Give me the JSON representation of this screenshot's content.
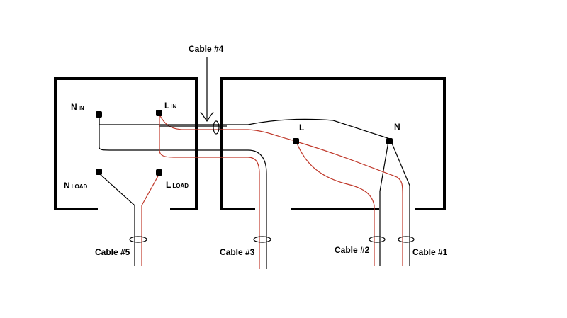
{
  "labels": {
    "cable4": "Cable #4",
    "cable5": "Cable #5",
    "cable3": "Cable #3",
    "cable2": "Cable #2",
    "cable1": "Cable #1",
    "n_in_main": "N",
    "n_in_sub": "IN",
    "l_in_main": "L",
    "l_in_sub": "IN",
    "n_load_main": "N",
    "n_load_sub": "LOAD",
    "l_load_main": "L",
    "l_load_sub": "LOAD",
    "l_right": "L",
    "n_right": "N"
  },
  "colors": {
    "live": "#c0392b",
    "neutral": "#000000",
    "box": "#000000"
  }
}
